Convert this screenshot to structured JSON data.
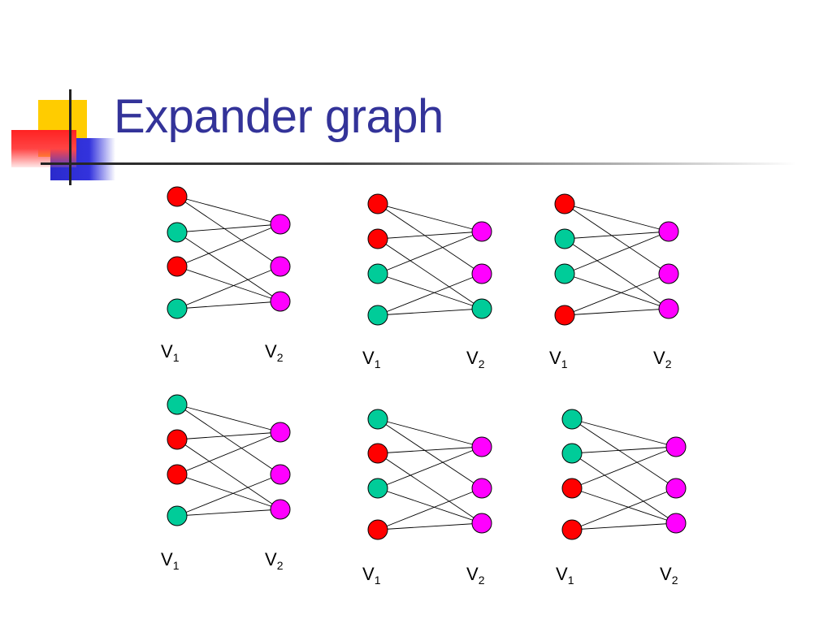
{
  "title": "Expander graph",
  "colors": {
    "red": "#ff0000",
    "green": "#00cc99",
    "magenta": "#ff00ff",
    "title": "#333399"
  },
  "graphs": [
    {
      "left": [
        "red",
        "green",
        "red",
        "green"
      ],
      "right": [
        "magenta",
        "magenta",
        "magenta"
      ],
      "edges": [
        [
          0,
          0
        ],
        [
          0,
          1
        ],
        [
          1,
          0
        ],
        [
          1,
          2
        ],
        [
          2,
          0
        ],
        [
          2,
          2
        ],
        [
          3,
          1
        ],
        [
          3,
          2
        ]
      ],
      "label_left": "V",
      "label_left_sub": "1",
      "label_right": "V",
      "label_right_sub": "2"
    },
    {
      "left": [
        "red",
        "red",
        "green",
        "green"
      ],
      "right": [
        "magenta",
        "magenta",
        "green"
      ],
      "edges": [
        [
          0,
          0
        ],
        [
          0,
          1
        ],
        [
          1,
          0
        ],
        [
          1,
          2
        ],
        [
          2,
          0
        ],
        [
          2,
          2
        ],
        [
          3,
          1
        ],
        [
          3,
          2
        ]
      ],
      "label_left": "V",
      "label_left_sub": "1",
      "label_right": "V",
      "label_right_sub": "2"
    },
    {
      "left": [
        "red",
        "green",
        "green",
        "red"
      ],
      "right": [
        "magenta",
        "magenta",
        "magenta"
      ],
      "edges": [
        [
          0,
          0
        ],
        [
          0,
          1
        ],
        [
          1,
          0
        ],
        [
          1,
          2
        ],
        [
          2,
          0
        ],
        [
          2,
          2
        ],
        [
          3,
          1
        ],
        [
          3,
          2
        ]
      ],
      "label_left": "V",
      "label_left_sub": "1",
      "label_right": "V",
      "label_right_sub": "2"
    },
    {
      "left": [
        "green",
        "red",
        "red",
        "green"
      ],
      "right": [
        "magenta",
        "magenta",
        "magenta"
      ],
      "edges": [
        [
          0,
          0
        ],
        [
          0,
          1
        ],
        [
          1,
          0
        ],
        [
          1,
          2
        ],
        [
          2,
          0
        ],
        [
          2,
          2
        ],
        [
          3,
          1
        ],
        [
          3,
          2
        ]
      ],
      "label_left": "V",
      "label_left_sub": "1",
      "label_right": "V",
      "label_right_sub": "2"
    },
    {
      "left": [
        "green",
        "red",
        "green",
        "red"
      ],
      "right": [
        "magenta",
        "magenta",
        "magenta"
      ],
      "edges": [
        [
          0,
          0
        ],
        [
          0,
          1
        ],
        [
          1,
          0
        ],
        [
          1,
          2
        ],
        [
          2,
          0
        ],
        [
          2,
          2
        ],
        [
          3,
          1
        ],
        [
          3,
          2
        ]
      ],
      "label_left": "V",
      "label_left_sub": "1",
      "label_right": "V",
      "label_right_sub": "2"
    },
    {
      "left": [
        "green",
        "green",
        "red",
        "red"
      ],
      "right": [
        "magenta",
        "magenta",
        "magenta"
      ],
      "edges": [
        [
          0,
          0
        ],
        [
          0,
          1
        ],
        [
          1,
          0
        ],
        [
          1,
          2
        ],
        [
          2,
          0
        ],
        [
          2,
          2
        ],
        [
          3,
          1
        ],
        [
          3,
          2
        ]
      ],
      "label_left": "V",
      "label_left_sub": "1",
      "label_right": "V",
      "label_right_sub": "2"
    }
  ]
}
